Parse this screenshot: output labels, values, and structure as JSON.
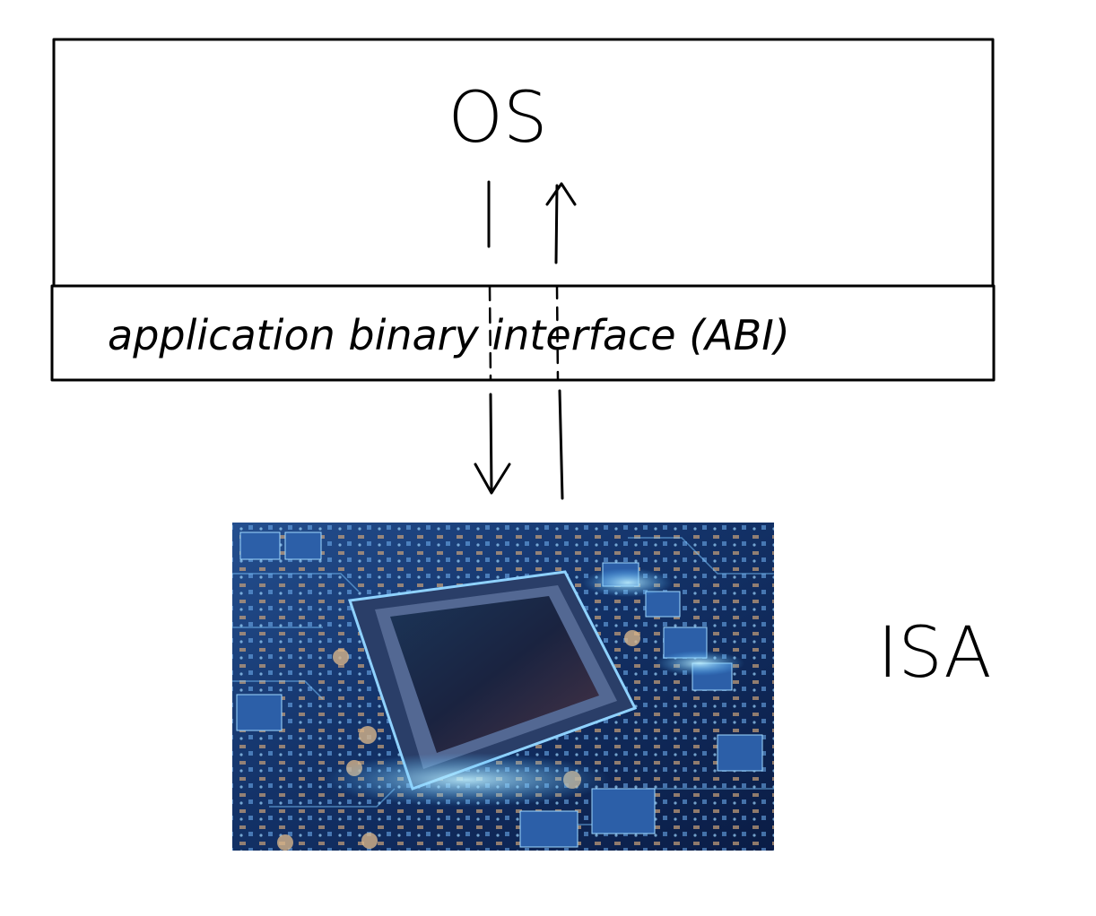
{
  "diagram": {
    "os_label": "OS",
    "abi_label": "application binary interface (ABI)",
    "isa_label": "ISA",
    "chip_image": "circuit board with a glowing blue processor chip",
    "colors": {
      "ink": "#000000",
      "board_dark": "#0b1f4a",
      "board_mid": "#1f4f99",
      "board_glow": "#7fd4ff"
    }
  }
}
